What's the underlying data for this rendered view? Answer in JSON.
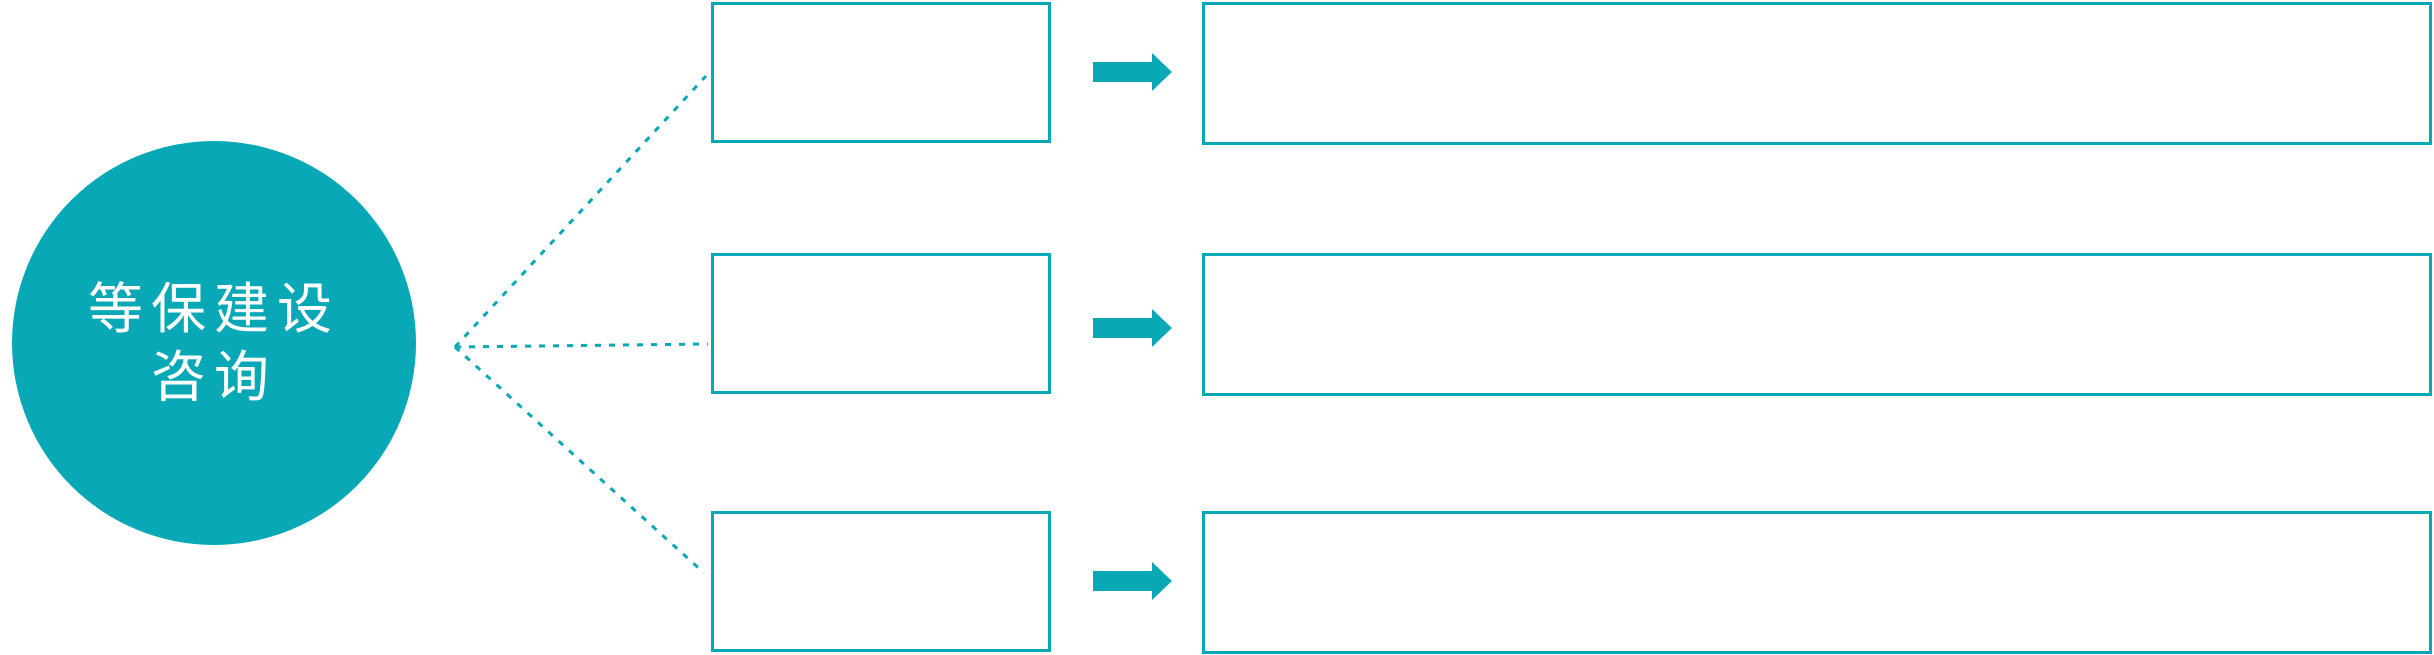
{
  "colors": {
    "teal": "#09A8B6",
    "background": "#FFFFFF",
    "circle_text": "#FFFFFF"
  },
  "circle": {
    "label_lines": [
      "等保建设",
      "咨询"
    ]
  },
  "rows": [
    {
      "small_box_text": "",
      "big_box_text": ""
    },
    {
      "small_box_text": "",
      "big_box_text": ""
    },
    {
      "small_box_text": "",
      "big_box_text": ""
    }
  ],
  "icons": {
    "connector_arrow": "arrow-right"
  }
}
